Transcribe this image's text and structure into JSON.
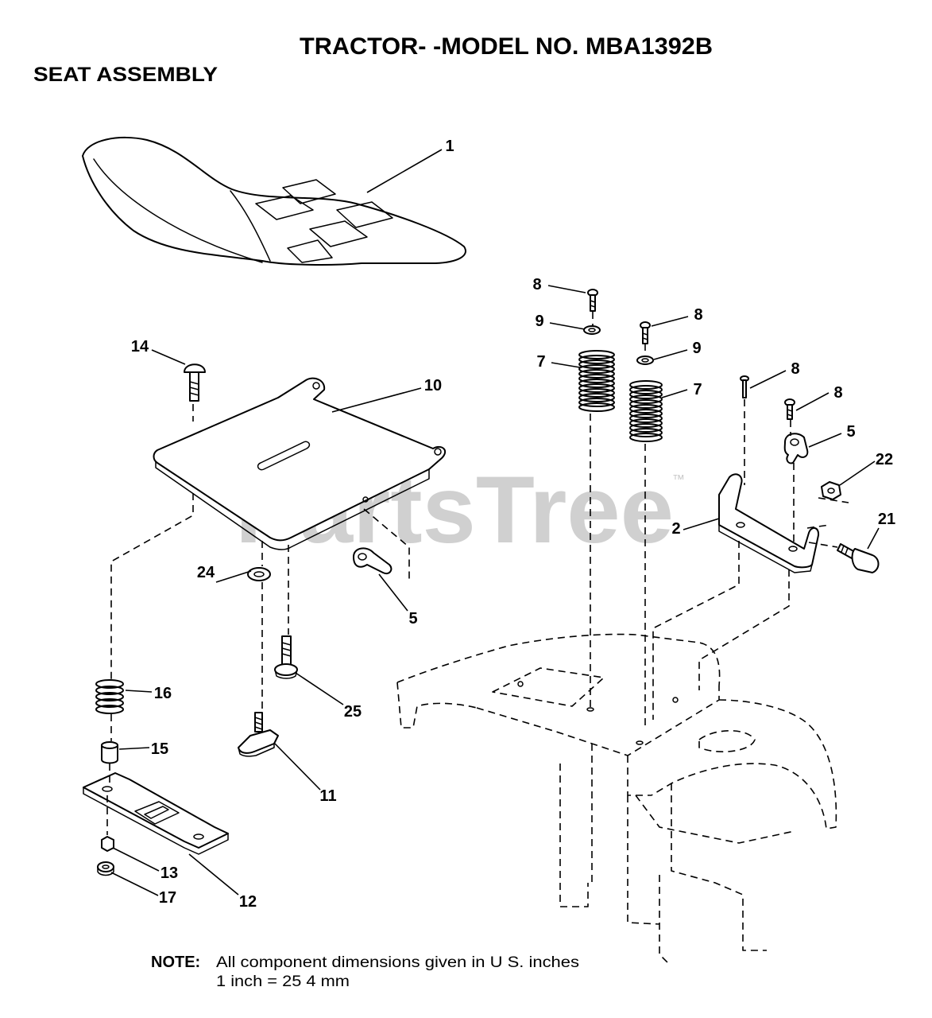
{
  "title": "TRACTOR- -MODEL NO. MBA1392B",
  "section": "SEAT ASSEMBLY",
  "watermark": {
    "text": "PartsTree",
    "tm": "™"
  },
  "callouts": [
    {
      "label": "1"
    },
    {
      "label": "14"
    },
    {
      "label": "10"
    },
    {
      "label": "24"
    },
    {
      "label": "5"
    },
    {
      "label": "16"
    },
    {
      "label": "25"
    },
    {
      "label": "15"
    },
    {
      "label": "11"
    },
    {
      "label": "13"
    },
    {
      "label": "17"
    },
    {
      "label": "12"
    },
    {
      "label": "8"
    },
    {
      "label": "9"
    },
    {
      "label": "7"
    },
    {
      "label": "8"
    },
    {
      "label": "9"
    },
    {
      "label": "7"
    },
    {
      "label": "8"
    },
    {
      "label": "8"
    },
    {
      "label": "5"
    },
    {
      "label": "22"
    },
    {
      "label": "2"
    },
    {
      "label": "21"
    }
  ],
  "note": {
    "label": "NOTE:",
    "line1": "All component dimensions given in U S. inches",
    "line2": "1 inch = 25 4 mm"
  },
  "colors": {
    "ink": "#000000",
    "watermark": "#c8c8c8",
    "background": "#ffffff"
  }
}
